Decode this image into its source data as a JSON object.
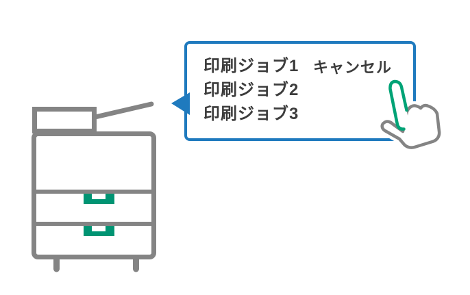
{
  "bubble": {
    "jobs": [
      "印刷ジョブ1",
      "印刷ジョブ2",
      "印刷ジョブ3"
    ],
    "cancel_label": "キャンセル"
  },
  "icons": {
    "printer": "printer-illustration",
    "bubble_pointer": "speech-bubble-tail",
    "hand": "tap-hand-cursor"
  },
  "colors": {
    "accent_blue": "#1F7ABE",
    "tray_green": "#009473",
    "finger_green": "#00A376",
    "outline_gray": "#848484",
    "text": "#3C3C3C"
  }
}
